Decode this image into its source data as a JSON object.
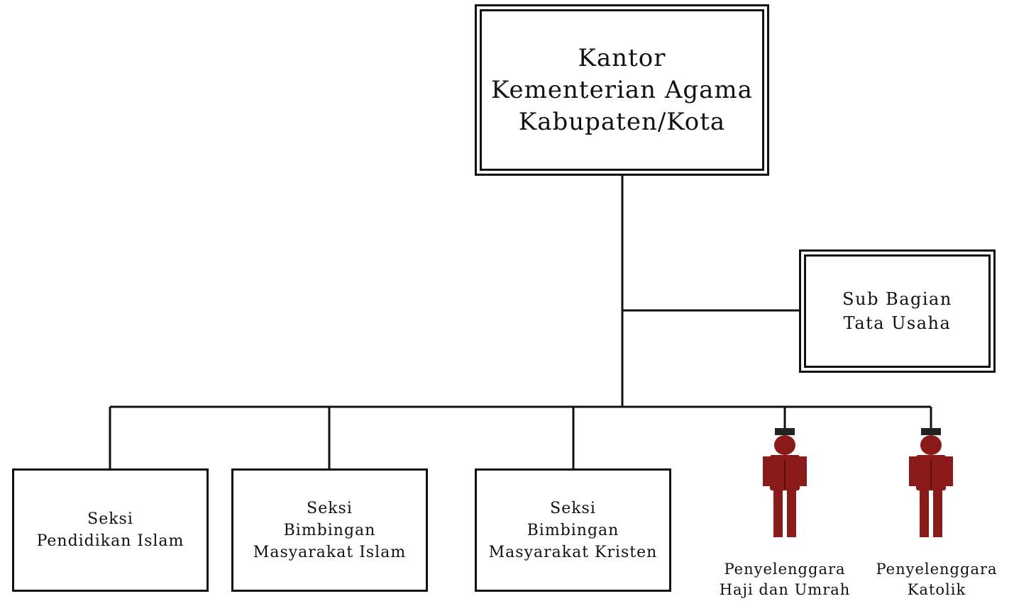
{
  "diagram": {
    "root": {
      "lines": [
        "Kantor",
        "Kementerian Agama",
        "Kabupaten/Kota"
      ]
    },
    "staff": {
      "lines": [
        "Sub Bagian",
        "Tata Usaha"
      ]
    },
    "sections": [
      {
        "lines": [
          "Seksi",
          "Pendidikan Islam"
        ]
      },
      {
        "lines": [
          "Seksi",
          "Bimbingan",
          "Masyarakat Islam"
        ]
      },
      {
        "lines": [
          "Seksi",
          "Bimbingan",
          "Masyarakat Kristen"
        ]
      }
    ],
    "officers": [
      {
        "lines": [
          "Penyelenggara",
          "Haji dan Umrah"
        ],
        "icon": "person-icon"
      },
      {
        "lines": [
          "Penyelenggara",
          "Katolik"
        ],
        "icon": "person-icon"
      }
    ],
    "colors": {
      "line": "#111111",
      "person_body": "#8b1a1a",
      "person_hat": "#222222"
    }
  }
}
